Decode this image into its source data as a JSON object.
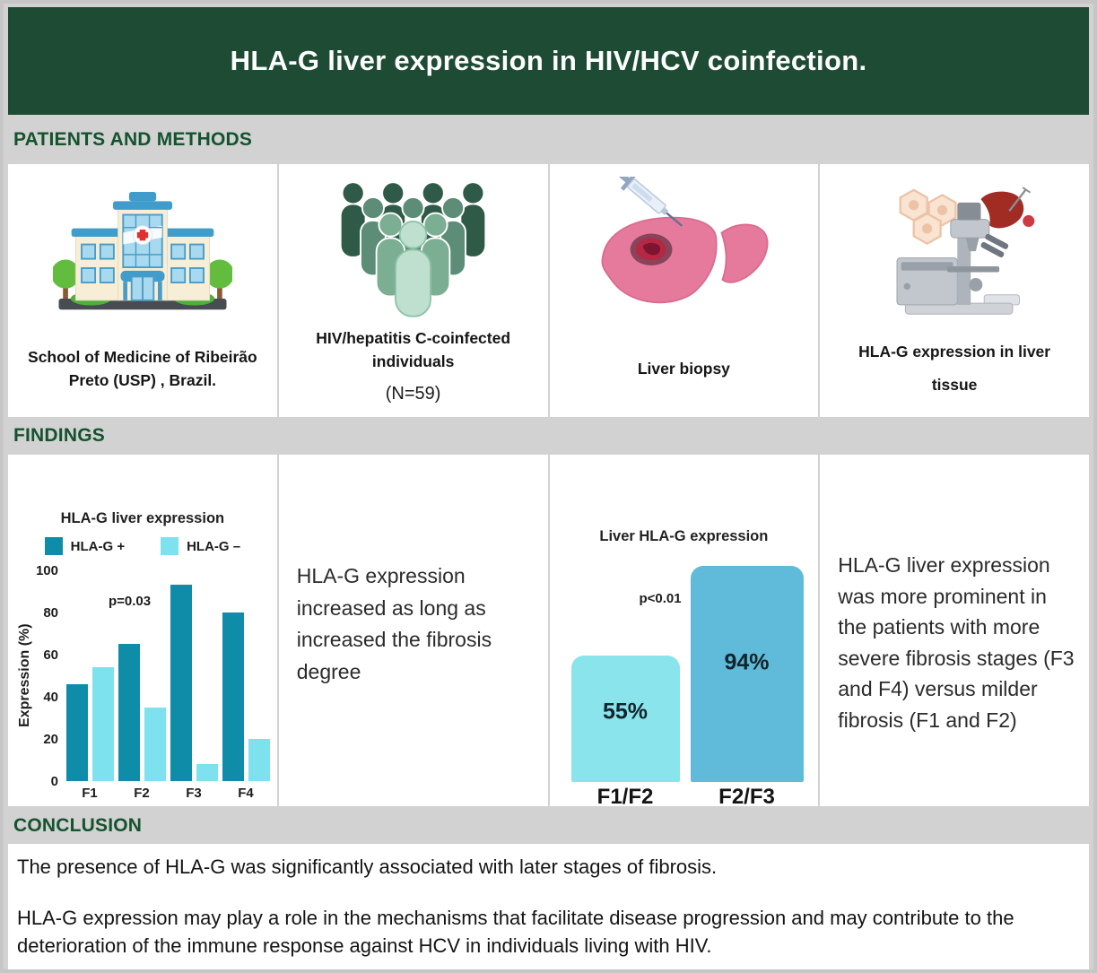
{
  "title": "HLA-G liver expression in HIV/HCV coinfection.",
  "sections": {
    "methods": {
      "label": "PATIENTS AND METHODS",
      "panels": [
        {
          "icon": "hospital-icon",
          "caption": "School of Medicine of Ribeirão Preto (USP) , Brazil."
        },
        {
          "icon": "people-icon",
          "caption": "HIV/hepatitis C-coinfected individuals",
          "subcaption": "(N=59)"
        },
        {
          "icon": "liver-biopsy-icon",
          "caption": "Liver biopsy"
        },
        {
          "icon": "microscope-icon",
          "caption": "HLA-G expression in liver tissue"
        }
      ]
    },
    "findings": {
      "label": "FINDINGS",
      "text_panel_2": "HLA-G expression increased as long as increased the fibrosis degree",
      "text_panel_4": "HLA-G liver expression was more prominent in the patients with more severe fibrosis stages (F3 and F4) versus milder fibrosis (F1 and F2)"
    },
    "conclusion": {
      "label": "CONCLUSION",
      "paragraphs": [
        "The presence of HLA-G was significantly associated with later stages of fibrosis.",
        "HLA-G expression may play a role in the mechanisms that facilitate disease progression and may contribute to the deterioration of the immune response against HCV in individuals living with HIV."
      ]
    }
  },
  "colors": {
    "header_green": "#1d4b33",
    "band_text_green": "#15532f",
    "background_gray": "#d2d2d2",
    "hlag_positive": "#0e8ca8",
    "hlag_negative": "#7de2ee",
    "bar_f1f2": "#8ae4ec",
    "bar_f2f3": "#5fbbd9"
  },
  "chart_data": [
    {
      "type": "bar",
      "title": "HLA-G liver expression",
      "categories": [
        "F1",
        "F2",
        "F3",
        "F4"
      ],
      "series": [
        {
          "name": "HLA-G +",
          "color": "#0e8ca8",
          "values": [
            46,
            65,
            93,
            80
          ]
        },
        {
          "name": "HLA-G –",
          "color": "#7de2ee",
          "values": [
            54,
            35,
            8,
            20
          ]
        }
      ],
      "ylabel": "Expression (%)",
      "yticks": [
        0,
        20,
        40,
        60,
        80,
        100
      ],
      "ylim": [
        0,
        100
      ],
      "annotation": "p=0.03",
      "legend_position": "top",
      "grid": false
    },
    {
      "type": "bar",
      "title": "Liver HLA-G expression",
      "categories": [
        "F1/F2",
        "F2/F3"
      ],
      "values": [
        55,
        94
      ],
      "bar_labels": [
        "55%",
        "94%"
      ],
      "colors": [
        "#8ae4ec",
        "#5fbbd9"
      ],
      "annotation": "p<0.01",
      "ylim": [
        0,
        100
      ],
      "grid": false
    }
  ]
}
